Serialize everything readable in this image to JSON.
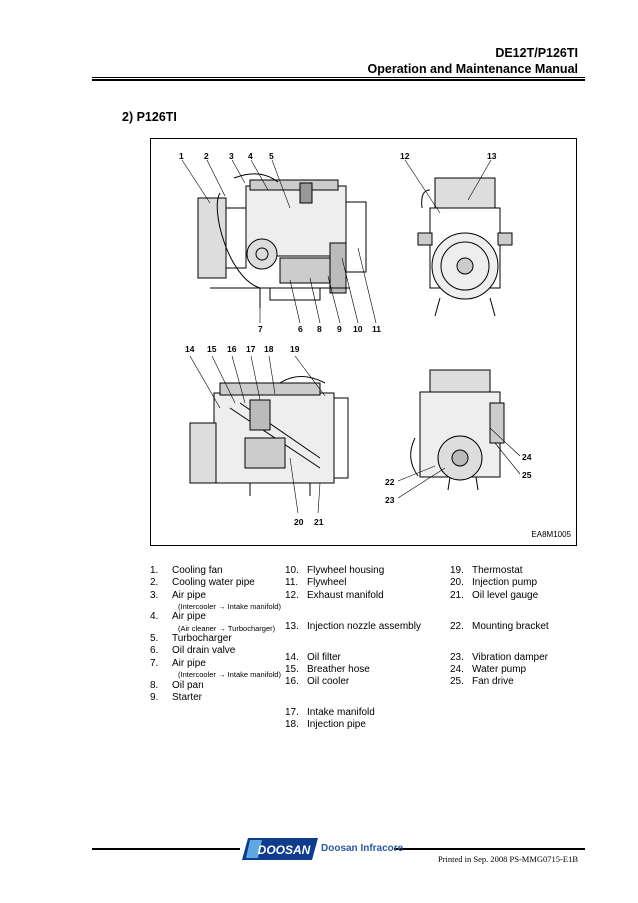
{
  "header": {
    "model": "DE12T/P126TI",
    "manual_title": "Operation and Maintenance Manual"
  },
  "section_title": "2) P126TI",
  "figure": {
    "code": "EA8M1005",
    "callouts_top_left": [
      "1",
      "2",
      "3",
      "4",
      "5"
    ],
    "callouts_top_right": [
      "12",
      "13"
    ],
    "callouts_bottom_row1": [
      "7",
      "6",
      "8",
      "9",
      "10",
      "11"
    ],
    "callouts_mid": [
      "14",
      "15",
      "16",
      "17",
      "18",
      "19"
    ],
    "callouts_side": [
      "24",
      "25",
      "22",
      "23"
    ],
    "callouts_bottom_row2": [
      "20",
      "21"
    ]
  },
  "legend": {
    "col1": [
      {
        "num": "1.",
        "label": "Cooling fan"
      },
      {
        "num": "2.",
        "label": "Cooling water pipe"
      },
      {
        "num": "3.",
        "label": "Air pipe",
        "sub": "(Intercooler → Intake manifold)"
      },
      {
        "num": "4.",
        "label": "Air pipe",
        "sub": "(Air cleaner → Turbocharger)"
      },
      {
        "num": "5.",
        "label": "Turbocharger"
      },
      {
        "num": "6.",
        "label": "Oil drain valve"
      },
      {
        "num": "7.",
        "label": "Air pipe",
        "sub": "(Intercooler → Intake manifold)"
      },
      {
        "num": "8.",
        "label": "Oil pan"
      },
      {
        "num": "9.",
        "label": "Starter"
      }
    ],
    "col2": [
      {
        "num": "10.",
        "label": "Flywheel housing"
      },
      {
        "num": "11.",
        "label": "Flywheel"
      },
      {
        "num": "12.",
        "label": "Exhaust manifold"
      },
      {
        "num": "13.",
        "label": "Injection nozzle assembly"
      },
      {
        "num": "14.",
        "label": "Oil filter"
      },
      {
        "num": "15.",
        "label": "Breather hose"
      },
      {
        "num": "16.",
        "label": "Oil cooler"
      },
      {
        "num": "17.",
        "label": "Intake manifold"
      },
      {
        "num": "18.",
        "label": "Injection pipe"
      }
    ],
    "col3": [
      {
        "num": "19.",
        "label": "Thermostat"
      },
      {
        "num": "20.",
        "label": "Injection pump"
      },
      {
        "num": "21.",
        "label": "Oil level gauge"
      },
      {
        "num": "22.",
        "label": "Mounting bracket"
      },
      {
        "num": "23.",
        "label": "Vibration damper"
      },
      {
        "num": "24.",
        "label": "Water pump"
      },
      {
        "num": "25.",
        "label": "Fan drive"
      }
    ]
  },
  "footer": {
    "logo_text": "DOOSAN",
    "brand": "Doosan Infracore",
    "printed": "Printed in Sep. 2008 PS-MMG0715-E1B"
  }
}
